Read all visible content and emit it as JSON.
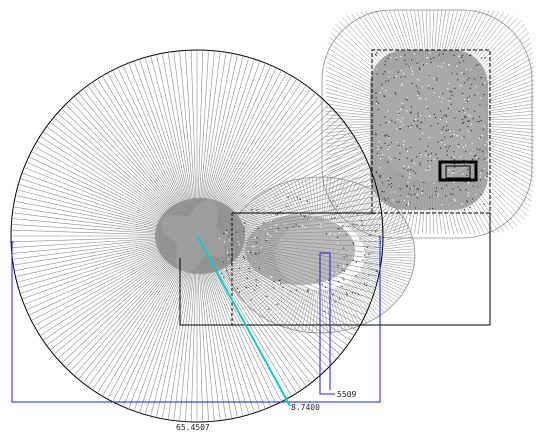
{
  "labels": {
    "radius_value": "8.7400",
    "stub_value": "5509",
    "width_value": "65.4507"
  },
  "colors": {
    "background": "#ffffff",
    "radial_lines": "#8c8c8c",
    "outline": "#000000",
    "dimension_lines": "#1a1ae6",
    "radius_line": "#14c8c8",
    "frame": "#000000",
    "device": "#000000"
  }
}
